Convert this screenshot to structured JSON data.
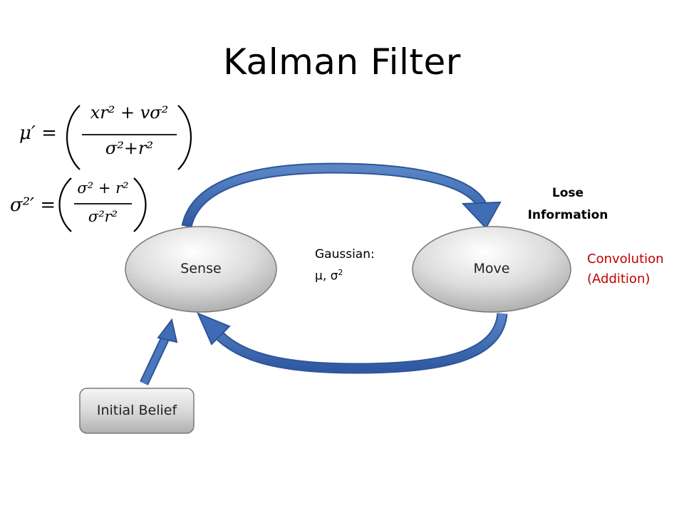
{
  "title": "Kalman Filter",
  "nodes": {
    "sense": "Sense",
    "move": "Move",
    "initial_belief": "Initial Belief"
  },
  "annotations": {
    "gaussian_line1": "Gaussian:",
    "gaussian_line2": "μ, σ",
    "gaussian_sup": "2",
    "lose_line1": "Lose",
    "lose_line2": "Information",
    "convolution_line1": "Convolution",
    "convolution_line2": "(Addition)"
  },
  "equations": {
    "mu_lhs": "μ′ =",
    "mu_numerator": "xr² + vσ²",
    "mu_denominator": "σ²+r²",
    "sigma_lhs": "σ²′ =",
    "sigma_numerator": "σ² + r²",
    "sigma_denominator": "σ²r²"
  },
  "colors": {
    "arrow": "#3e6db5",
    "node_fill": "#d9d9d9",
    "convolution_text": "#c00000"
  }
}
